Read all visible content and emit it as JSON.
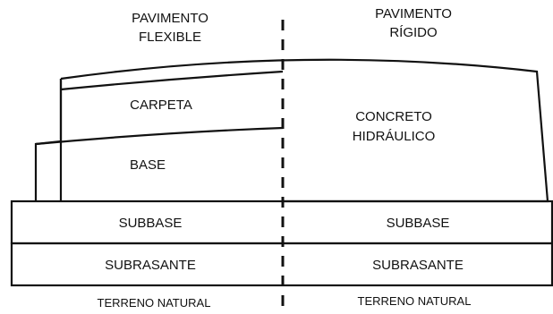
{
  "headers": {
    "flexible": [
      "PAVIMENTO",
      "FLEXIBLE"
    ],
    "rigid": [
      "PAVIMENTO",
      "RÍGIDO"
    ]
  },
  "flexible_layers": {
    "carpeta": "CARPETA",
    "base": "BASE"
  },
  "rigid_layers": {
    "concrete": [
      "CONCRETO",
      "HIDRÁULICO"
    ]
  },
  "bands": {
    "subbase_left": "SUBBASE",
    "subbase_right": "SUBBASE",
    "subrasante_left": "SUBRASANTE",
    "subrasante_right": "SUBRASANTE"
  },
  "ground": {
    "left": "TERRENO NATURAL",
    "right": "TERRENO NATURAL"
  },
  "colors": {
    "stroke": "#111111",
    "background": "#ffffff"
  }
}
